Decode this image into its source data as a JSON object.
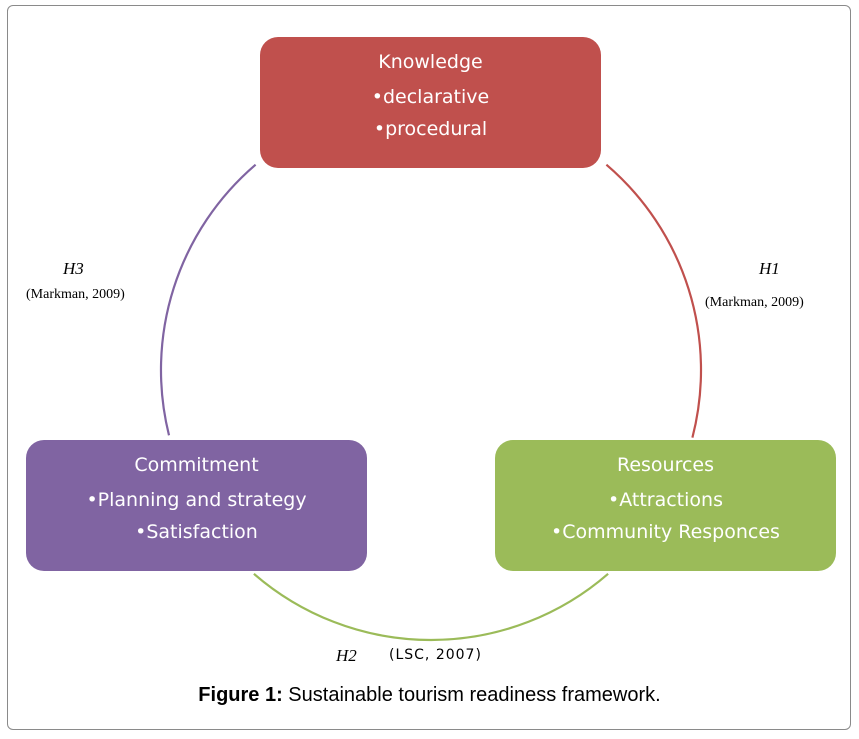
{
  "colors": {
    "knowledge": "#c0504d",
    "commitment": "#8064a2",
    "resources": "#9bbb59",
    "frame": "#8a8a8a"
  },
  "nodes": {
    "knowledge": {
      "title": "Knowledge",
      "items": [
        "•declarative",
        "•procedural"
      ]
    },
    "commitment": {
      "title": "Commitment",
      "items": [
        "•Planning and strategy",
        "•Satisfaction"
      ]
    },
    "resources": {
      "title": "Resources",
      "items": [
        "•Attractions",
        "•Community Responces"
      ]
    }
  },
  "hypotheses": {
    "h1": {
      "name": "H1",
      "reference": "(Markman, 2009)"
    },
    "h2": {
      "name": "H2",
      "reference": "(LSC, 2007)"
    },
    "h3": {
      "name": "H3",
      "reference": "(Markman, 2009)"
    }
  },
  "caption": {
    "label": "Figure 1:",
    "text": " Sustainable tourism readiness framework."
  }
}
